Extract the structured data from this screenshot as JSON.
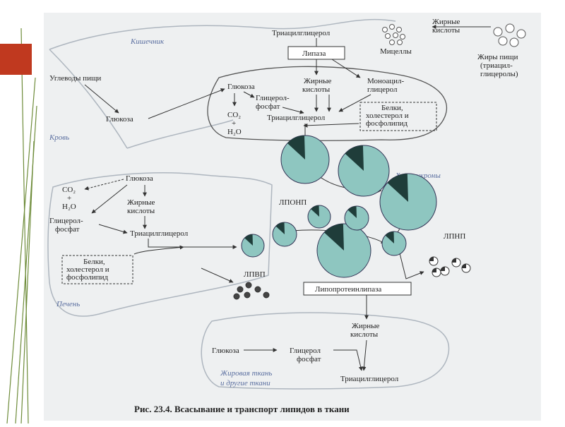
{
  "colors": {
    "page": "#ffffff",
    "diagram_bg": "#eef0f1",
    "accent_red": "#c0391f",
    "droplet_fill": "#8ec6c0",
    "droplet_core": "#1f3d3a",
    "line": "#555555",
    "region_text": "#5b6fa0"
  },
  "regions": {
    "intestine": "Кишечник",
    "blood": "Кровь",
    "liver": "Печень",
    "adipose_line1": "Жировая ткань",
    "adipose_line2": "и другие ткани"
  },
  "intestine": {
    "tag": "Триацилглицерол",
    "lipase": "Липаза",
    "fatty_acids_line1": "Жирные",
    "fatty_acids_line2": "кислоты",
    "fatty_acids_right_line1": "Жирные",
    "fatty_acids_right_line2": "кислоты",
    "micelles": "Мицеллы",
    "food_fats_line1": "Жиры пищи",
    "food_fats_line2": "(триацил-",
    "food_fats_line3": "глицеролы)",
    "food_carbs": "Углеводы пищи",
    "glucose_blood": "Глюкоза",
    "glucose_cell": "Глюкоза",
    "glycerophosphate_line1": "Глицерол-",
    "glycerophosphate_line2": "фосфат",
    "monoacyl_line1": "Моноацил-",
    "monoacyl_line2": "глицерол",
    "co2": "CO₂",
    "plus": "+",
    "h2o": "H₂O",
    "tag_resynth": "Триацилглицерол",
    "proteins_line1": "Белки,",
    "proteins_line2": "холестерол и",
    "proteins_line3": "фосфолипид"
  },
  "chylomicrons": "Хиломикроны",
  "liver": {
    "glucose": "Глюкоза",
    "co2": "CO₂",
    "plus": "+",
    "h2o": "H₂O",
    "fatty_acids_line1": "Жирные",
    "fatty_acids_line2": "кислоты",
    "glycerophosphate_line1": "Глицерол-",
    "glycerophosphate_line2": "фосфат",
    "tag": "Триацилглицерол",
    "proteins_line1": "Белки,",
    "proteins_line2": "холестерол и",
    "proteins_line3": "фосфолипид"
  },
  "lipoproteins": {
    "vldl": "ЛПОНП",
    "ldl": "ЛПНП",
    "hdl": "ЛПВП",
    "lipase": "Липопротеинлипаза"
  },
  "adipose": {
    "fatty_acids_line1": "Жирные",
    "fatty_acids_line2": "кислоты",
    "glucose": "Глюкоза",
    "glycerophosphate_line1": "Глицерол",
    "glycerophosphate_line2": "фосфат",
    "tag": "Триацилглицерол"
  },
  "caption": "Рис. 23.4. Всасывание и транспорт липидов в ткани"
}
